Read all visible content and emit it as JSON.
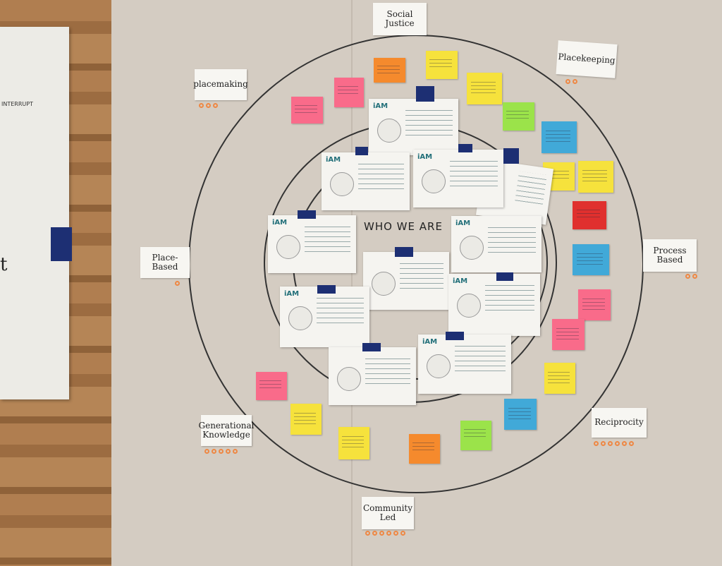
{
  "left_sheet": {
    "text_top": "INTERRUPT",
    "text_bottom": "t"
  },
  "center_title": "WHO WE ARE",
  "labels": {
    "social_justice": "Social Justice",
    "placekeeping": "Placekeeping",
    "placemaking": "placemaking",
    "place_based": "Place-Based",
    "process_based": "Process Based",
    "generational_knowledge": "Generational Knowledge",
    "reciprocity": "Reciprocity",
    "community_led": "Community Led"
  },
  "card_brand": "iAM",
  "colors": {
    "yellow": "#f6e23c",
    "pink": "#f96b8a",
    "orange": "#f58a2d",
    "green": "#9be34a",
    "blue": "#41a9d8",
    "red": "#e0302e",
    "tape": "#1d2f73"
  }
}
